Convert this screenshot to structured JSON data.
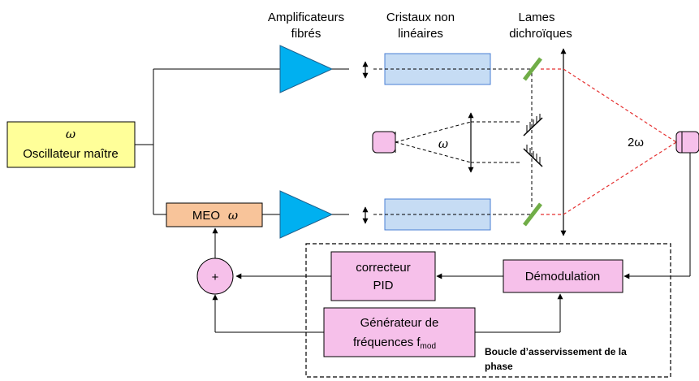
{
  "labels": {
    "amp_l1": "Amplificateurs",
    "amp_l2": "fibrés",
    "crist_l1": "Cristaux non",
    "crist_l2": "linéaires",
    "lames_l1": "Lames",
    "lames_l2": "dichroïques",
    "omega_center": "ω",
    "two_omega": "2ω"
  },
  "osc": {
    "symbol": "ω",
    "label": "Oscillateur maître"
  },
  "meo": {
    "label": "MEO",
    "symbol": "ω"
  },
  "sum": {
    "symbol": "+"
  },
  "pid": {
    "l1": "correcteur",
    "l2": "PID"
  },
  "demod": {
    "label": "Démodulation"
  },
  "gen": {
    "l1": "Générateur de",
    "l2": "fréquences f",
    "sub": "mod"
  },
  "loop": {
    "l1": "Boucle d’asservissement de la",
    "l2": "phase"
  },
  "colors": {
    "oscillator_fill": "#ffff99",
    "meo_fill": "#f8c49a",
    "pink_fill": "#f6c0ea",
    "amplifier_fill": "#00b0f0",
    "crystal_fill": "#c6dcf4",
    "crystal_stroke": "#4a7fd4",
    "mirror_green": "#70ad47",
    "laser_red": "#e53030"
  }
}
